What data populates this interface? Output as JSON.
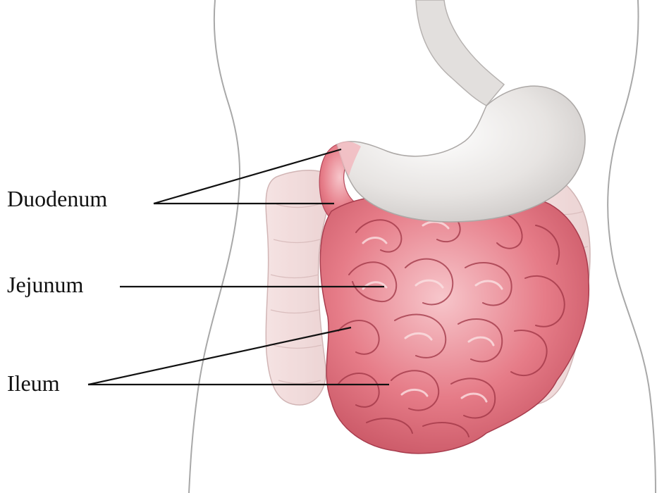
{
  "labels": {
    "duodenum": "Duodenum",
    "jejunum": "Jejunum",
    "ileum": "Ileum"
  },
  "colors": {
    "intestine": "#e87a86",
    "intestine_dark": "#b0404f",
    "intestine_light": "#f6c3c8",
    "stomach": "#e6e3e1",
    "colon": "#f1d9d9",
    "outline": "#9a9a9a",
    "leader_line": "#111111"
  }
}
